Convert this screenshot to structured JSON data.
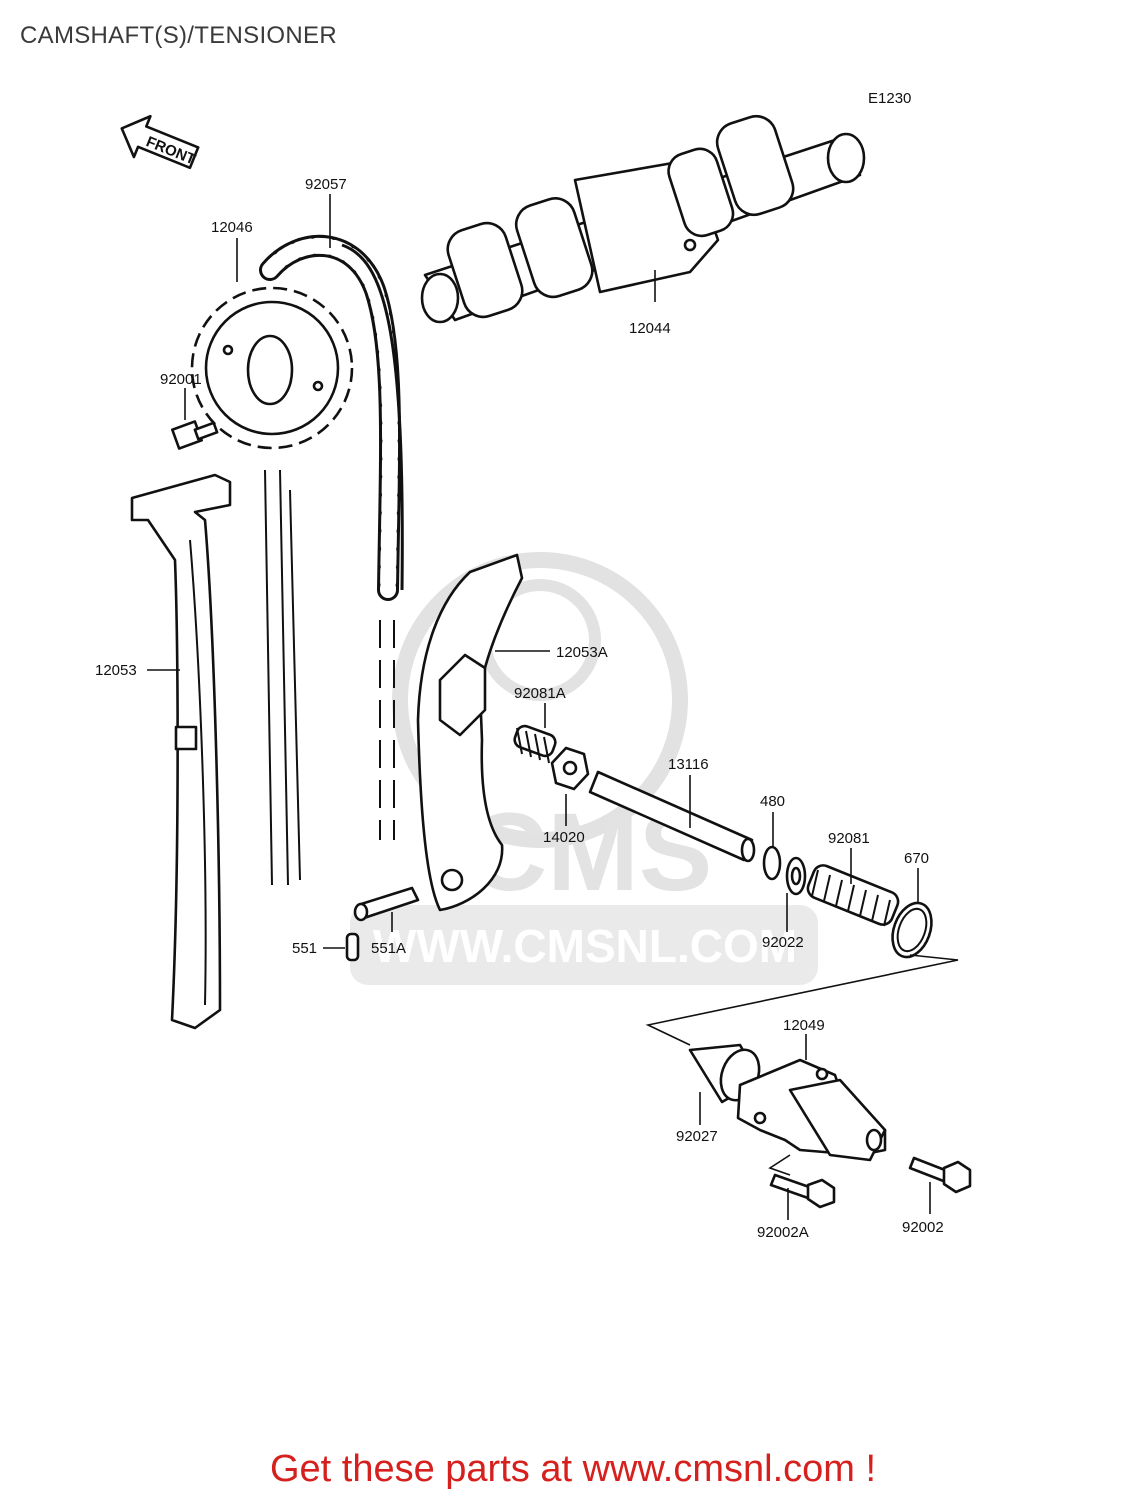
{
  "title": "CAMSHAFT(S)/TENSIONER",
  "diagram_code": "E1230",
  "front_label": "FRONT",
  "watermark": {
    "logo": "CMS",
    "url": "WWW.CMSNL.COM"
  },
  "footer": "Get these parts at www.cmsnl.com !",
  "colors": {
    "footer": "#d6201e",
    "title": "#3a3a3a",
    "watermark": "#d9d9d9"
  },
  "parts": [
    "92057",
    "12046",
    "12044",
    "92001",
    "12053",
    "12053A",
    "92081A",
    "13116",
    "14020",
    "480",
    "92081",
    "670",
    "92022",
    "551",
    "551A",
    "12049",
    "92027",
    "92002A",
    "92002"
  ]
}
